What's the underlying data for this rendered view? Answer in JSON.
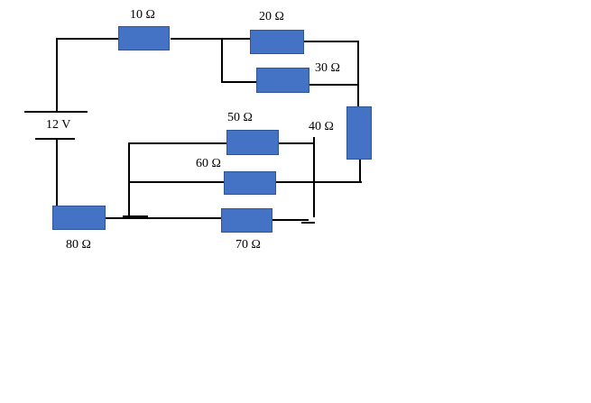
{
  "diagram": {
    "type": "circuit-schematic",
    "battery": {
      "label": "12 V"
    },
    "resistors": [
      {
        "id": "R10",
        "label": "10 Ω"
      },
      {
        "id": "R20",
        "label": "20 Ω"
      },
      {
        "id": "R30",
        "label": "30 Ω"
      },
      {
        "id": "R40",
        "label": "40 Ω"
      },
      {
        "id": "R50",
        "label": "50 Ω"
      },
      {
        "id": "R60",
        "label": "60 Ω"
      },
      {
        "id": "R70",
        "label": "70 Ω"
      },
      {
        "id": "R80",
        "label": "80 Ω"
      }
    ],
    "colors": {
      "background": "#ffffff",
      "wire": "#000000",
      "resistor_fill": "#4472c4",
      "resistor_border": "#2f5597",
      "text": "#000000"
    }
  }
}
